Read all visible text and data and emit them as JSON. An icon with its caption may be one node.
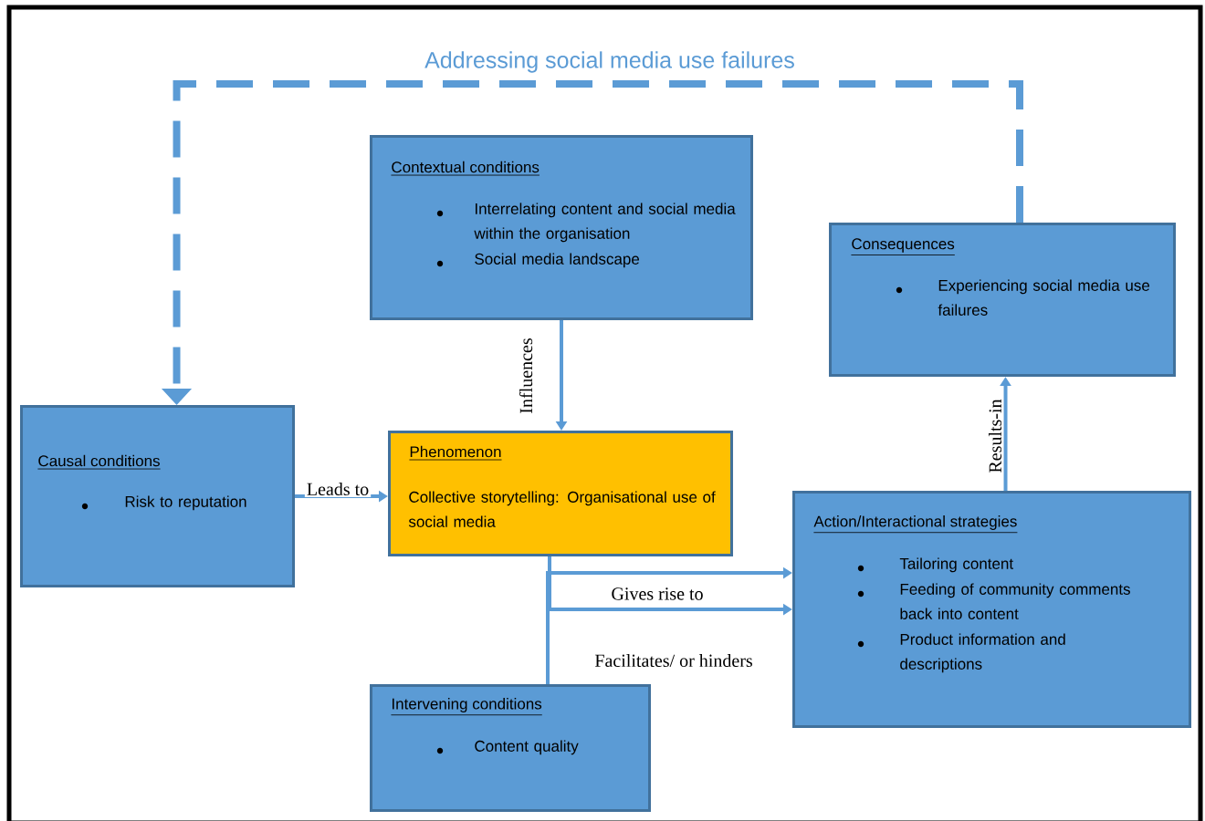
{
  "diagram": {
    "nodes": [
      {
        "text": [
          "Contextual conditions",
          "Interrelating content and social media within the organisation",
          "Social media landscape"
        ]
      },
      {
        "text": [
          "Consequences",
          "Experiencing social media use failures"
        ]
      },
      {
        "text": [
          "Causal conditions",
          "Risk to reputation"
        ]
      },
      {
        "text": [
          "Phenomenon",
          "Collective storytelling: Organisational use of social media"
        ]
      },
      {
        "text": [
          "Action/Interactional strategies",
          "Tailoring content",
          "Feeding of community comments back into content",
          "Product information and descriptions"
        ]
      },
      {
        "text": [
          "Intervening conditions",
          "Content quality"
        ]
      }
    ],
    "edges": [
      {
        "from": 0,
        "to": 3,
        "arrow": "to",
        "label": "Influences"
      },
      {
        "from": 2,
        "to": 3,
        "arrow": "to",
        "label": "Leads to"
      },
      {
        "from": 3,
        "to": 4,
        "arrow": "to",
        "label": "Gives rise to"
      },
      {
        "from": 5,
        "to": 4,
        "arrow": "to",
        "label": "Facilitates/ or hinders"
      },
      {
        "from": 4,
        "to": 1,
        "arrow": "to",
        "label": "Results-in"
      },
      {
        "from": 1,
        "to": 2,
        "arrow": "to",
        "label": "Addressing social media use failures",
        "style": "dashed"
      }
    ]
  }
}
